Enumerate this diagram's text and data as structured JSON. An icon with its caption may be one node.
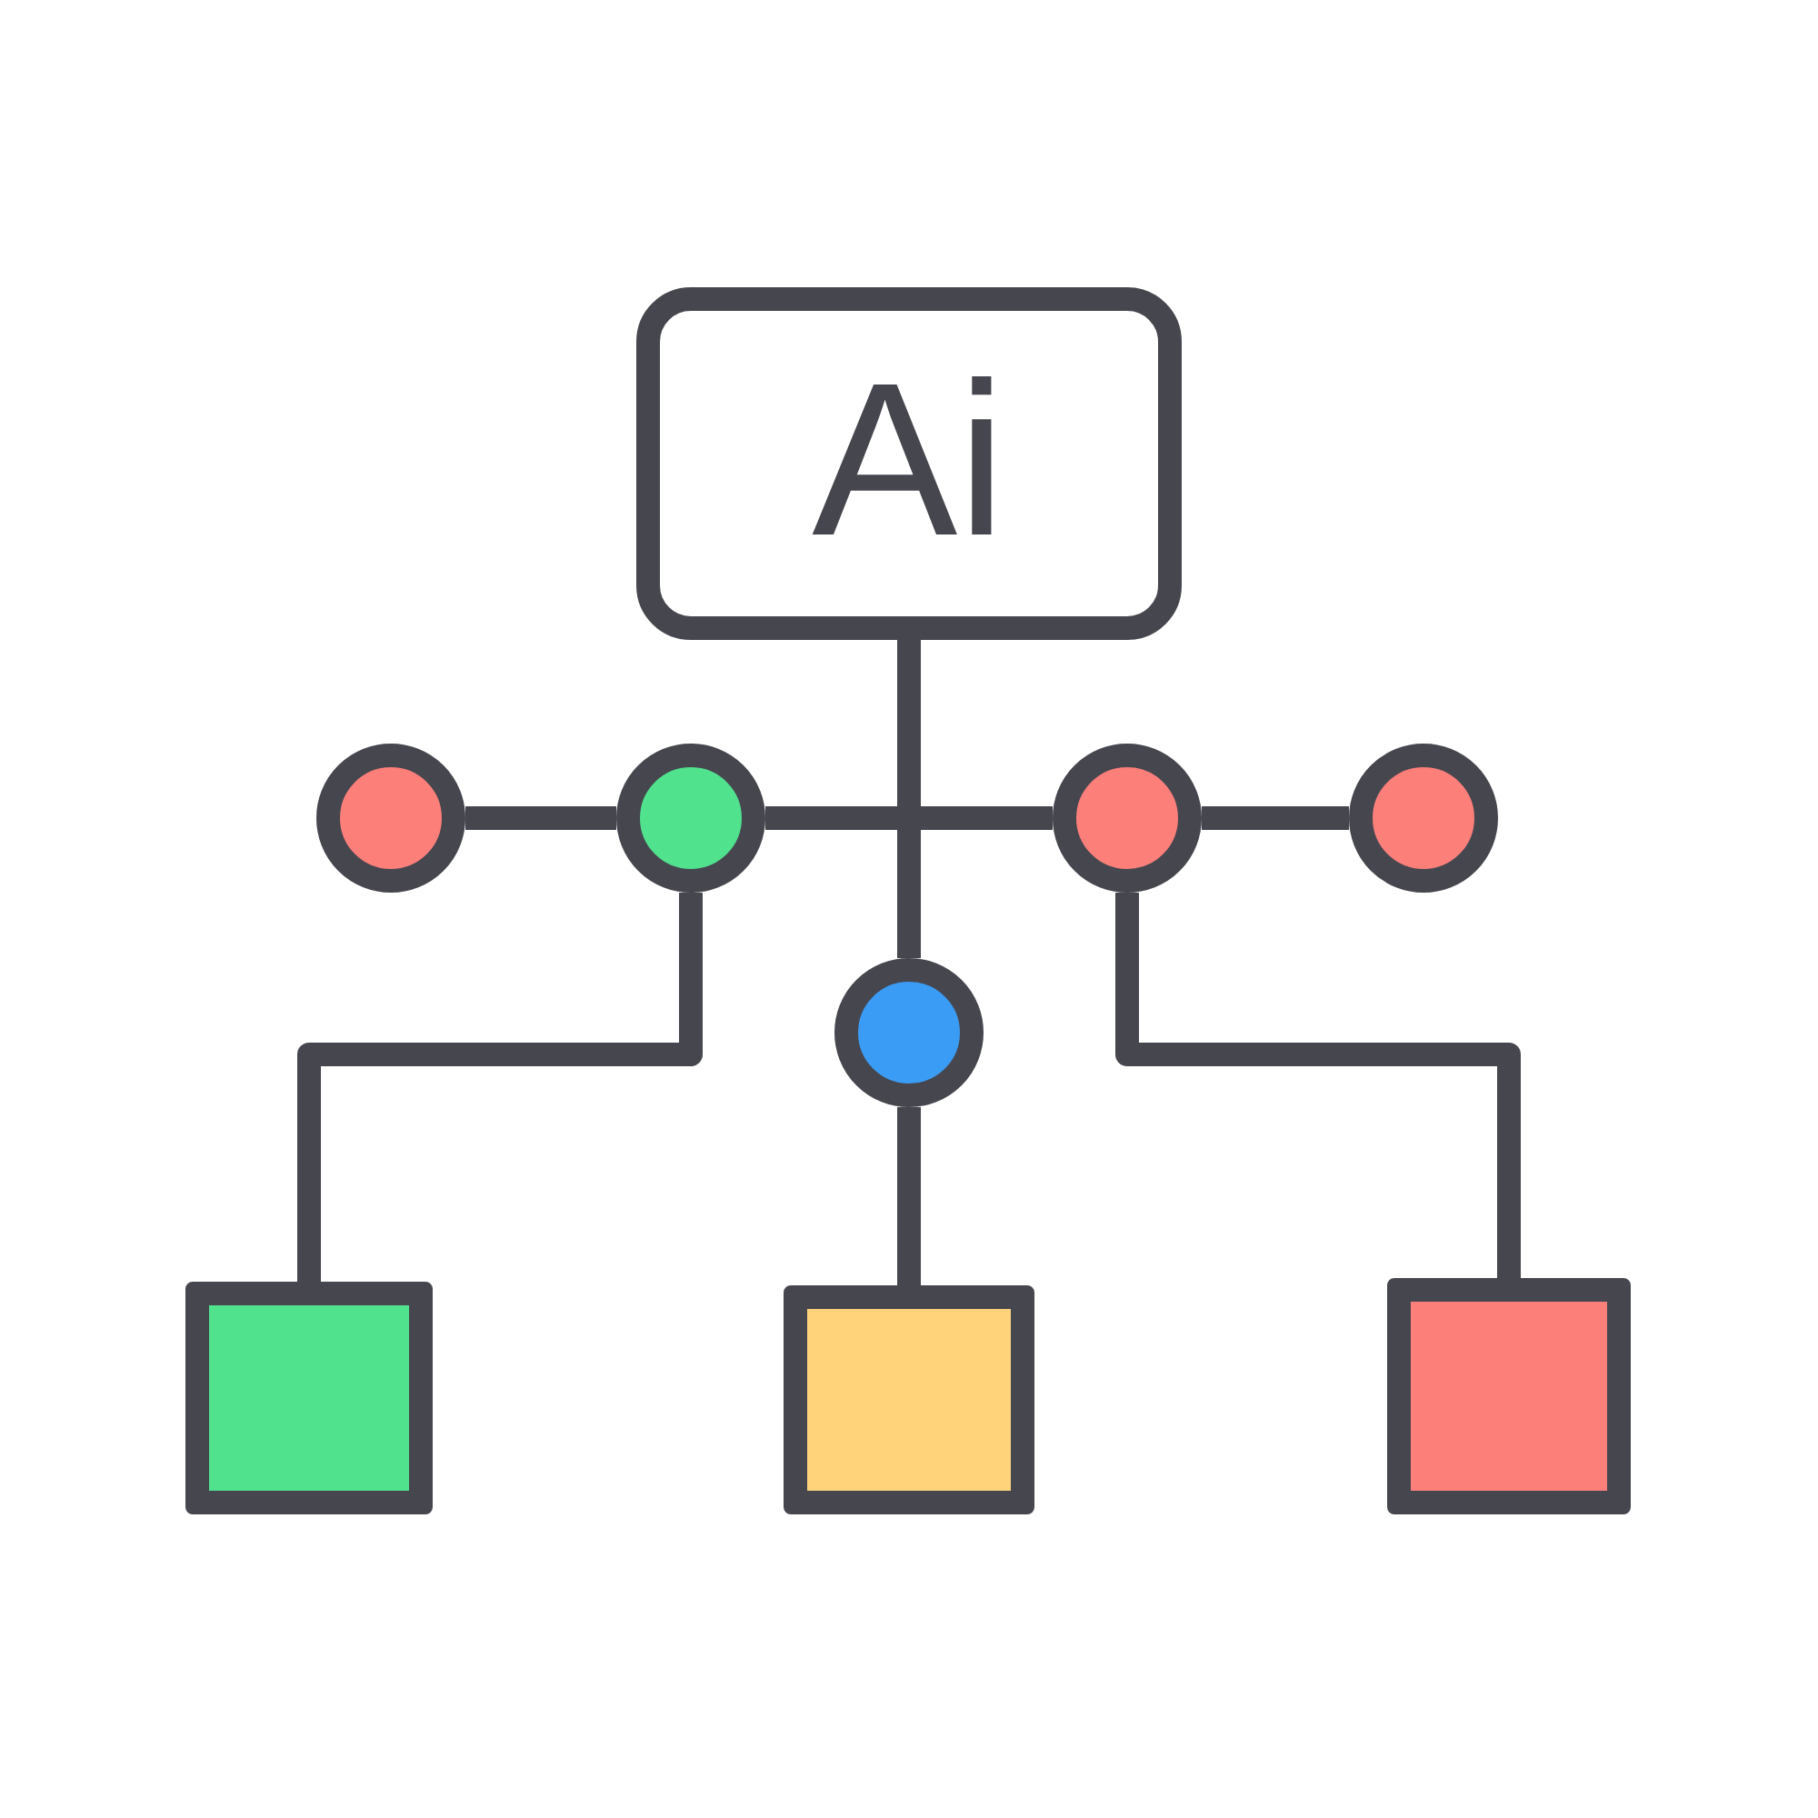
{
  "diagram": {
    "nodes": [
      {
        "text": [
          "Ai"
        ]
      },
      {
        "text": [],
        "shape": "circle"
      },
      {
        "text": [],
        "shape": "circle"
      },
      {
        "text": [],
        "shape": "circle"
      },
      {
        "text": [],
        "shape": "circle"
      },
      {
        "text": [],
        "shape": "circle"
      },
      {
        "text": [],
        "shape": "box"
      },
      {
        "text": [],
        "shape": "box"
      },
      {
        "text": [],
        "shape": "box"
      }
    ],
    "edges": [
      {
        "from": 1,
        "to": 2,
        "arrow": "none"
      },
      {
        "from": 0,
        "to": 2,
        "arrow": "none"
      },
      {
        "from": 0,
        "to": 3,
        "arrow": "none"
      },
      {
        "from": 0,
        "to": 5,
        "arrow": "none"
      },
      {
        "from": 3,
        "to": 4,
        "arrow": "none"
      },
      {
        "from": 2,
        "to": 6,
        "arrow": "none"
      },
      {
        "from": 5,
        "to": 7,
        "arrow": "none"
      },
      {
        "from": 3,
        "to": 8,
        "arrow": "none"
      }
    ]
  }
}
